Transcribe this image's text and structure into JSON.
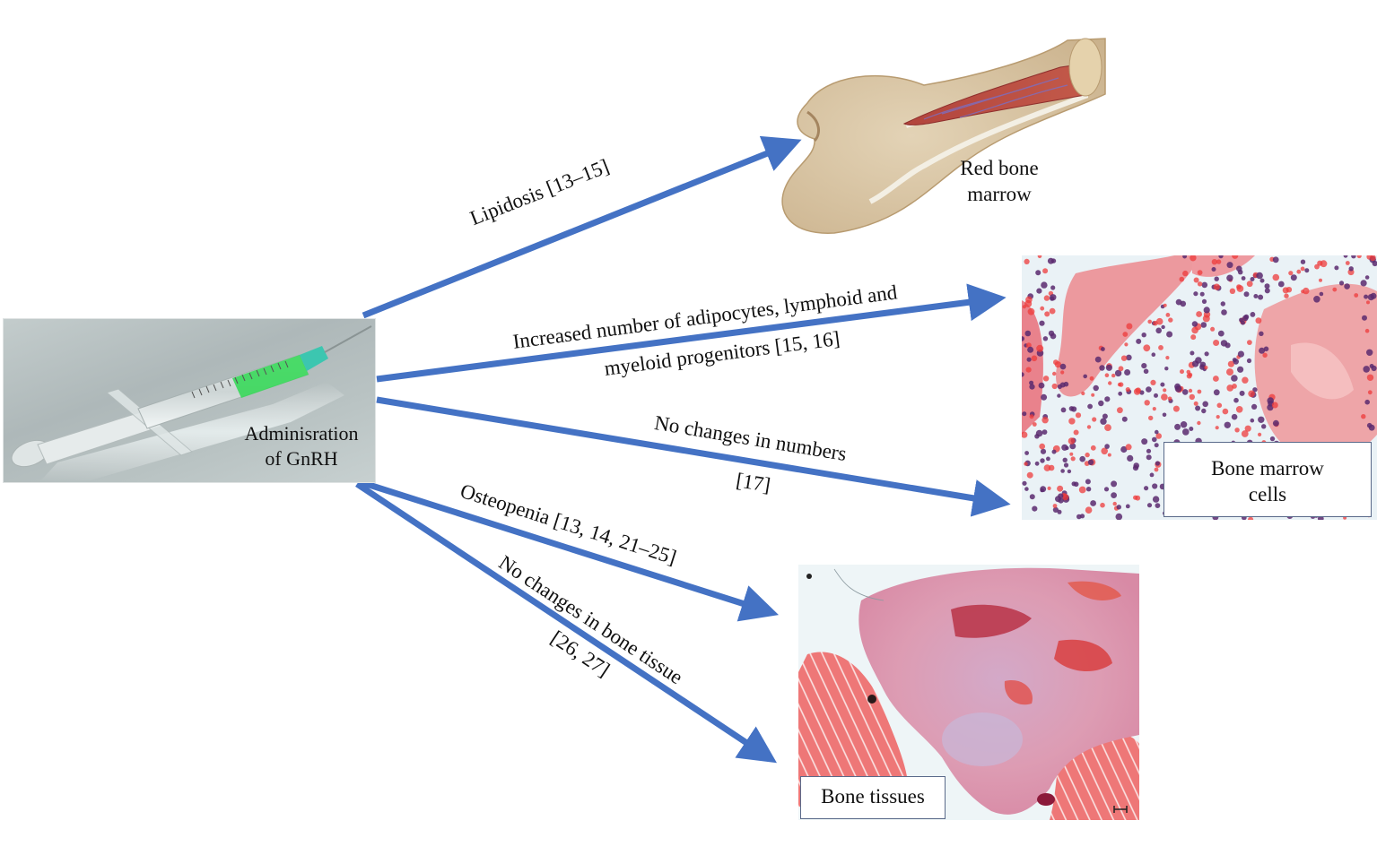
{
  "source": {
    "label_line1": "Adminisration",
    "label_line2": "of GnRH",
    "icon": "syringe-icon"
  },
  "targets": {
    "red_bone_marrow": {
      "label_line1": "Red bone",
      "label_line2": "marrow",
      "icon": "femur-bone-icon"
    },
    "bone_marrow_cells": {
      "label_line1": "Bone marrow",
      "label_line2": "cells",
      "icon": "histology-marrow-icon"
    },
    "bone_tissues": {
      "label": "Bone tissues",
      "icon": "histology-bone-icon",
      "scale_bar_icon": "scale-bar-icon"
    }
  },
  "arrows": [
    {
      "id": "lipidosis",
      "label": "Lipidosis [13–15]",
      "target": "Red bone marrow"
    },
    {
      "id": "increased",
      "label_line1": "Increased number of adipocytes, lymphoid and",
      "label_line2": "myeloid progenitors [15, 16]",
      "target": "Bone marrow cells"
    },
    {
      "id": "no-change-numbers",
      "label_line1": "No changes in numbers",
      "label_line2": "[17]",
      "target": "Bone marrow cells"
    },
    {
      "id": "osteopenia",
      "label": "Osteopenia [13, 14, 21–25]",
      "target": "Bone tissues"
    },
    {
      "id": "no-change-bone",
      "label_line1": "No changes in bone tissue",
      "label_line2": "[26, 27]",
      "target": "Bone tissues"
    }
  ],
  "colors": {
    "arrow": "#4472c4",
    "text": "#111111",
    "syringe_fluid": "#39d85a",
    "stain_pink": "#e8858f",
    "stain_purple": "#5b2a6e",
    "bone_beige": "#d9c4a0"
  }
}
